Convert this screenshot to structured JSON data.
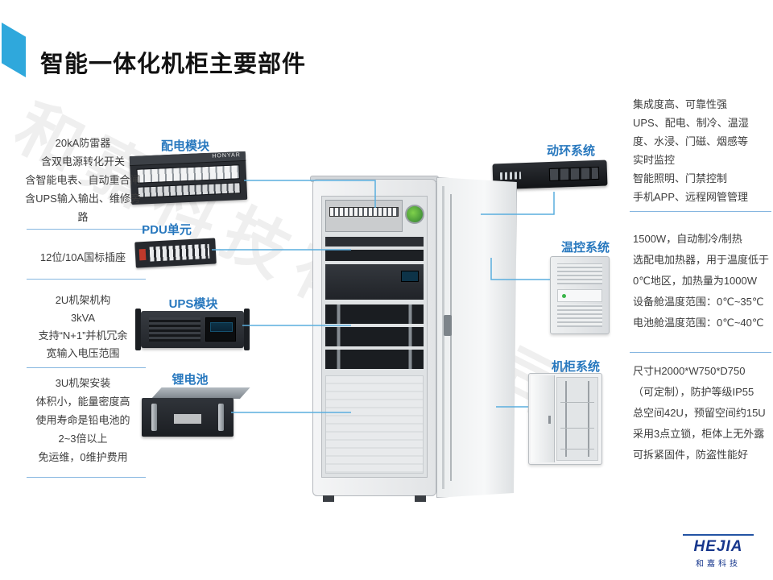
{
  "slide": {
    "title": "智能一体化机柜主要部件"
  },
  "watermark": "和嘉科技有限公司",
  "left_components": [
    {
      "label": "配电模块",
      "desc_lines": [
        "20kA防雷器",
        "含双电源转化开关",
        "含智能电表、自动重合闸",
        "含UPS输入输出、维修旁路"
      ]
    },
    {
      "label": "PDU单元",
      "desc_lines": [
        "12位/10A国标插座"
      ]
    },
    {
      "label": "UPS模块",
      "desc_lines": [
        "2U机架机构",
        "3kVA",
        "支持“N+1”并机冗余",
        "宽输入电压范围"
      ]
    },
    {
      "label": "锂电池",
      "desc_lines": [
        "3U机架安装",
        "体积小，能量密度高",
        "使用寿命是铅电池的",
        "2~3倍以上",
        "免运维，0维护费用"
      ]
    }
  ],
  "right_components": [
    {
      "label": "动环系统",
      "desc_lines": [
        "集成度高、可靠性强",
        "UPS、配电、制冷、温湿",
        "度、水浸、门磁、烟感等",
        "实时监控",
        "智能照明、门禁控制",
        "手机APP、远程网管管理"
      ]
    },
    {
      "label": "温控系统",
      "desc_lines": [
        "1500W，自动制冷/制热",
        "选配电加热器，用于温度低于",
        "0℃地区，加热量为1000W",
        "设备舱温度范围：0℃~35℃",
        "电池舱温度范围：0℃~40℃"
      ]
    },
    {
      "label": "机柜系统",
      "desc_lines": [
        "尺寸H2000*W750*D750",
        "（可定制），防护等级IP55",
        "总空间42U，预留空间约15U",
        "采用3点立锁，柜体上无外露",
        "可拆紧固件，防盗性能好"
      ]
    }
  ],
  "devices": {
    "honyar_label": "HONYAR"
  },
  "logo": {
    "name": "HEJIA",
    "subtitle": "和嘉科技"
  },
  "colors": {
    "accent_blue": "#2fa8dc",
    "label_blue": "#2878be",
    "line_blue": "#5aaede",
    "logo_blue": "#16368c"
  }
}
